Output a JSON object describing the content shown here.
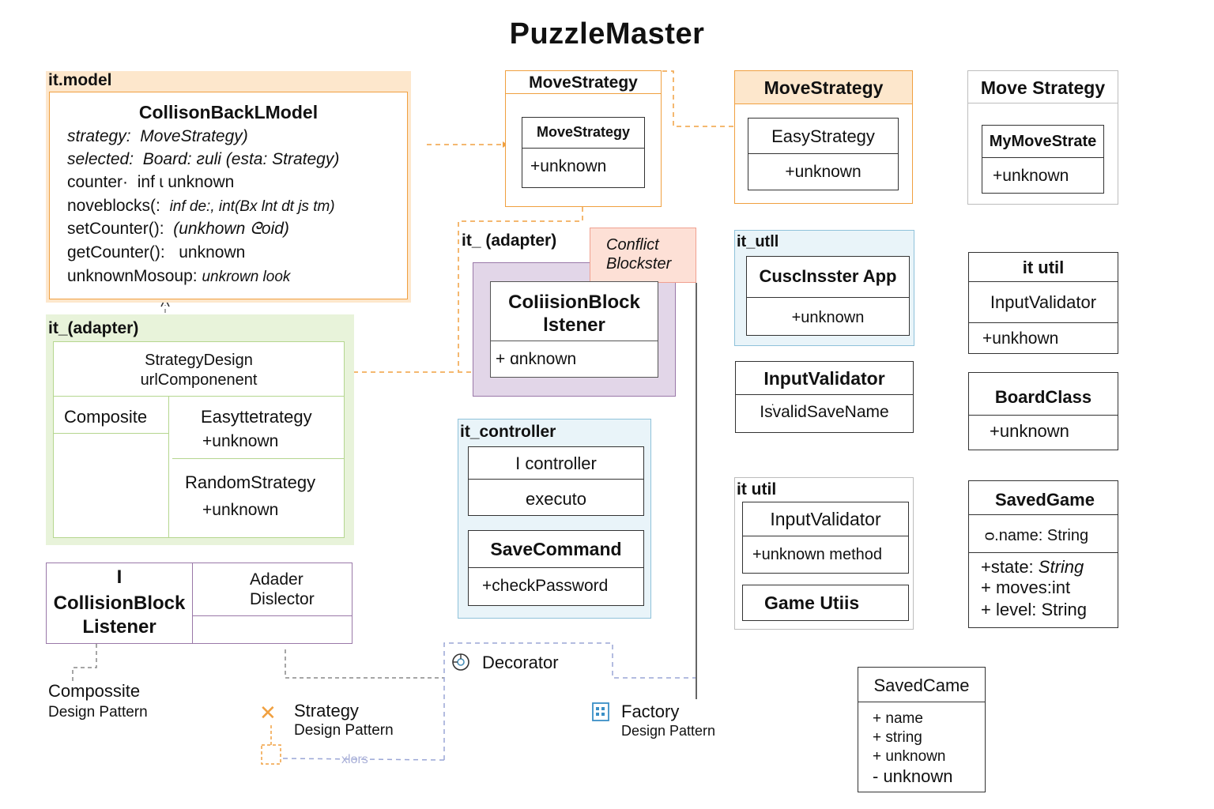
{
  "title": "PuzzleMaster",
  "pkg_model": {
    "label": "it.model",
    "class_name": "CollisonBackLModel",
    "lines": [
      {
        "a": "strategy:",
        "b": "MoveStrategy)"
      },
      {
        "a": "selected:",
        "b": "Board: ƨuli (esta: Strategy)"
      },
      {
        "a": "counter·",
        "b": "inf ɩ  unknown"
      },
      {
        "a": "noveblocks(:",
        "b": "inf de:, int(Bx lnt dt js tm)"
      },
      {
        "a": "setCounter():",
        "b": "(unkhown ᘓoid)"
      },
      {
        "a": "getCounter():",
        "b": "unknown"
      },
      {
        "a": "unknownMosoup:",
        "b": "unkrown look"
      }
    ]
  },
  "pkg_adapter_left": {
    "label": "it_(adapter)",
    "header_line1": "StrategyDesign",
    "header_line2": "urlComponenent",
    "composite": "Composite",
    "easy_name": "Easyttetrategy",
    "easy_member": "+unknown",
    "random_name": "RandomStrategy",
    "random_member": "+unknown"
  },
  "collision_listener_box": {
    "marker": "I",
    "name_line1": "CollisionBlock",
    "name_line2": "Listener",
    "right_line1": "Adader",
    "right_line2": "Dislector"
  },
  "move_strategy_1": {
    "label": "MoveStrategy",
    "inner_name": "MoveStrategy",
    "inner_member": "+unknown"
  },
  "move_strategy_2": {
    "label": "MoveStrategy",
    "inner_name": "EasyStrategy",
    "inner_member": "+unknown"
  },
  "move_strategy_3": {
    "label": "Move Strategy",
    "inner_name": "MyMoveStrate",
    "inner_member": "+unknown"
  },
  "adapter_center": {
    "label": "it_ (adapter)",
    "conflict_line1": "Conflict",
    "conflict_line2": "Blockster",
    "class_line1": "CoIiisionBlock",
    "class_line2": "lstener",
    "member": "+ ɑnknown"
  },
  "controller": {
    "label": "it_controller",
    "box1_name": "I controller",
    "box1_member": "executo",
    "box2_name": "SaveCommand",
    "box2_member": "+checkPassword"
  },
  "util_app": {
    "label": "it_utll",
    "name": "CuscInsster App",
    "member": "+unknown"
  },
  "input_validator_mid": {
    "name": "InputValidator",
    "member": "IsׂvalidSaveName"
  },
  "util_lower": {
    "label": "it util",
    "box1_name": "InputValidator",
    "box1_member": "+unknown method",
    "box2_name": "Game Utiis"
  },
  "util_right": {
    "title": "it util",
    "name": "InputValidator",
    "member": "+unkhown"
  },
  "board_class": {
    "name": "BoardClass",
    "member": "+unknown"
  },
  "saved_game": {
    "name": "SavedGame",
    "attr": "ᴑ.name: String",
    "members": [
      {
        "prefix": "+",
        "label": "state:",
        "type": "String"
      },
      {
        "prefix": "+",
        "label": "moves:",
        "type": "int"
      },
      {
        "prefix": "+",
        "label": "level:",
        "type": "String"
      }
    ]
  },
  "saved_came": {
    "name": "SavedCame",
    "members": [
      "+ name",
      "+ string",
      "+ unknown",
      "- unknown"
    ]
  },
  "legend": {
    "composite_title": "Compossite",
    "composite_sub": "Design Pattern",
    "strategy_title": "Strategy",
    "strategy_sub": "Design Pattern",
    "decorator": "Decorator",
    "factory_title": "Factory",
    "factory_sub": "Design Pattern",
    "xlors": "xlors"
  },
  "colors": {
    "orange": "#f0a040",
    "orange_fill": "#fde7cc",
    "green_fill": "#e8f3da",
    "green_border": "#b5d68f",
    "purple_border": "#9a78a8",
    "purple_fill": "#e2d6e8",
    "blue_border": "#8fc2da",
    "blue_fill": "#e9f4f9",
    "salmon_fill": "#fde0d6",
    "gray_border": "#bdbdbd"
  }
}
